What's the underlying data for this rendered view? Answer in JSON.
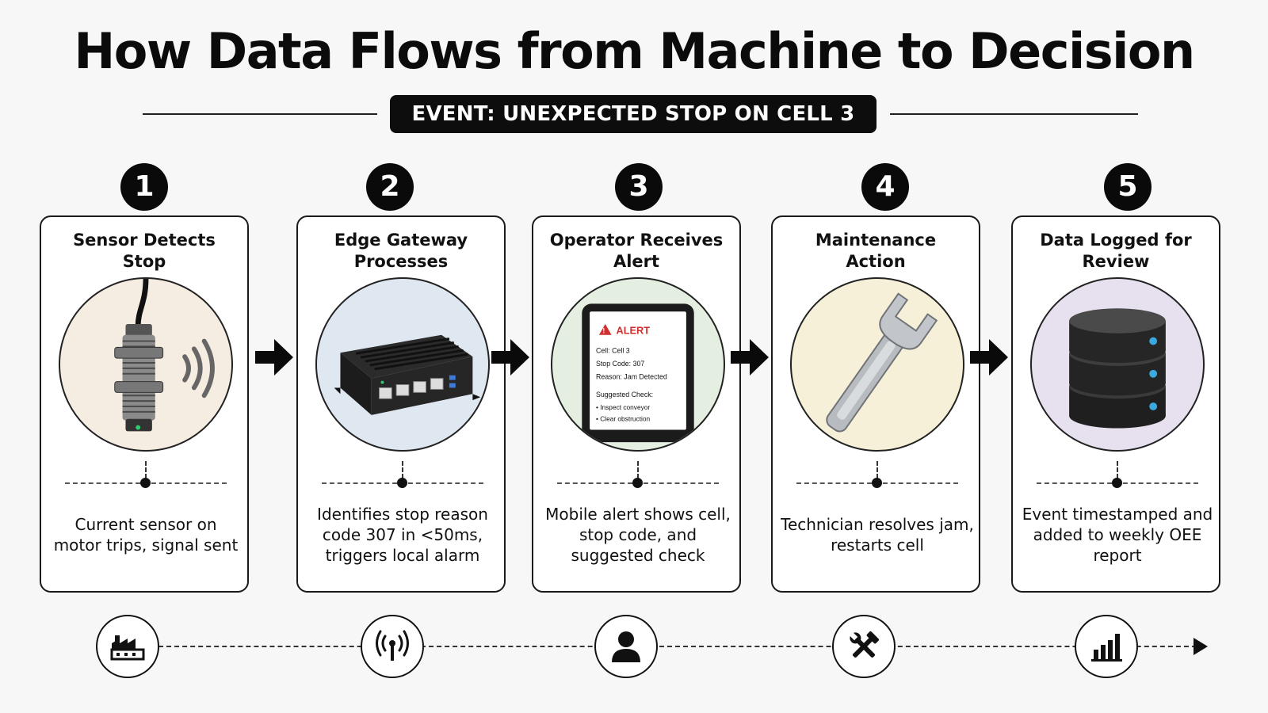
{
  "title": "How Data Flows from Machine to Decision",
  "event_badge": "EVENT: UNEXPECTED STOP ON CELL 3",
  "steps": [
    {
      "number": "1",
      "title": "Sensor Detects Stop",
      "description": "Current sensor on motor trips, signal sent",
      "illustration": "proximity-sensor",
      "bg_color": "#f5ede2"
    },
    {
      "number": "2",
      "title": "Edge Gateway Processes",
      "description": "Identifies stop reason code 307 in <50ms, triggers local alarm",
      "illustration": "edge-gateway-device",
      "bg_color": "#dfe8f1"
    },
    {
      "number": "3",
      "title": "Operator Receives Alert",
      "description": "Mobile alert shows cell, stop code, and suggested check",
      "illustration": "tablet-alert",
      "bg_color": "#e4efe1",
      "alert": {
        "heading": "ALERT",
        "lines": [
          "Cell: Cell 3",
          "Stop Code: 307",
          "Reason: Jam Detected"
        ],
        "check_heading": "Suggested Check:",
        "check_items": [
          "• Inspect conveyor",
          "• Clear obstruction"
        ]
      }
    },
    {
      "number": "4",
      "title": "Maintenance Action",
      "description": "Technician resolves jam, restarts cell",
      "illustration": "wrench",
      "bg_color": "#f6f0d8"
    },
    {
      "number": "5",
      "title": "Data Logged for Review",
      "description": "Event timestamped and added to weekly OEE report",
      "illustration": "database",
      "bg_color": "#e7e0ee"
    }
  ],
  "bottom_icons": [
    "factory-icon",
    "wireless-signal-icon",
    "person-icon",
    "tools-icon",
    "bar-chart-icon"
  ],
  "colors": {
    "badge": "#0d0d0d",
    "accent_led": "#3aa9e0",
    "alert_red": "#d32f2f"
  }
}
